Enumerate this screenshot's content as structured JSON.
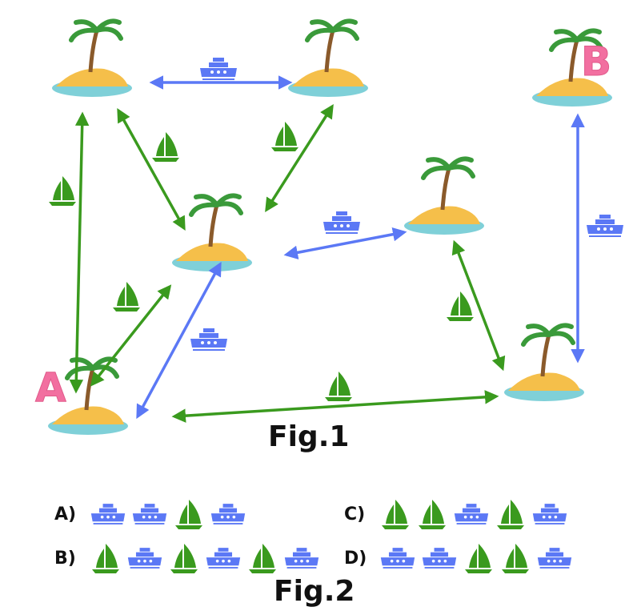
{
  "colors": {
    "sail": "#3a9a1e",
    "ship": "#5b78f5",
    "ship_edge": "#5b78f5",
    "sail_edge": "#3a9a1e",
    "letter": "#f26fa0"
  },
  "islands": {
    "start_label": "A",
    "end_label": "B"
  },
  "fig1": {
    "caption": "Fig.1",
    "edges": [
      {
        "from": "top-left",
        "to": "top-middle",
        "mode": "ship"
      },
      {
        "from": "top-left",
        "to": "center",
        "mode": "sail"
      },
      {
        "from": "top-left",
        "to": "A",
        "mode": "sail"
      },
      {
        "from": "top-middle",
        "to": "center",
        "mode": "sail"
      },
      {
        "from": "center",
        "to": "right-middle",
        "mode": "ship"
      },
      {
        "from": "A",
        "to": "center",
        "mode": "sail"
      },
      {
        "from": "A",
        "to": "center",
        "mode": "ship"
      },
      {
        "from": "right-middle",
        "to": "bottom-right",
        "mode": "sail"
      },
      {
        "from": "A",
        "to": "bottom-right",
        "mode": "sail"
      },
      {
        "from": "B",
        "to": "bottom-right",
        "mode": "ship"
      }
    ]
  },
  "fig2": {
    "caption": "Fig.2",
    "options": [
      {
        "label": "A)",
        "sequence": [
          "ship",
          "ship",
          "sail",
          "ship"
        ]
      },
      {
        "label": "B)",
        "sequence": [
          "sail",
          "ship",
          "sail",
          "ship",
          "sail",
          "ship"
        ]
      },
      {
        "label": "C)",
        "sequence": [
          "sail",
          "sail",
          "ship",
          "sail",
          "ship"
        ]
      },
      {
        "label": "D)",
        "sequence": [
          "ship",
          "ship",
          "sail",
          "sail",
          "ship"
        ]
      }
    ]
  }
}
